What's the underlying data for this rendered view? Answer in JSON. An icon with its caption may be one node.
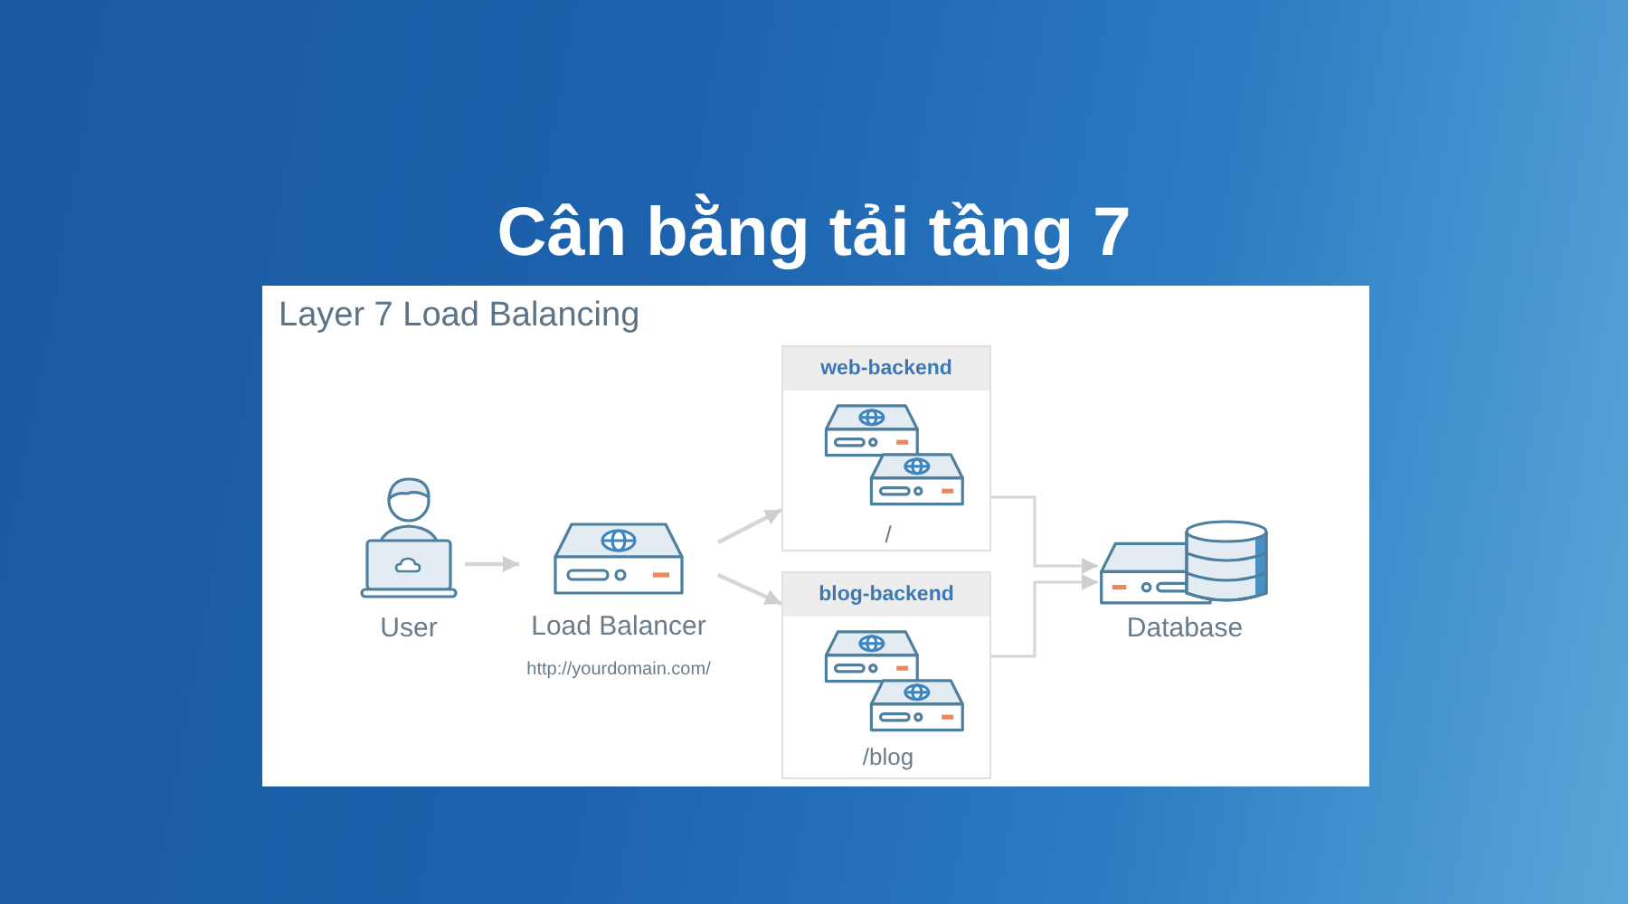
{
  "diagram": {
    "title": "Cân bằng tải tầng 7",
    "nodes": [
      {
        "text": [
          "User"
        ]
      },
      {
        "text": [
          "Load Balancer"
        ],
        "beside": [
          "http://yourdomain.com/"
        ]
      },
      {
        "text": [
          "web-backend",
          "/"
        ]
      },
      {
        "text": [
          "blog-backend",
          "/blog"
        ]
      },
      {
        "text": [
          "Database"
        ]
      }
    ],
    "edges": [
      {
        "from": 0,
        "to": 1,
        "arrow": "to"
      },
      {
        "from": 1,
        "to": 2,
        "arrow": "to"
      },
      {
        "from": 1,
        "to": 3,
        "arrow": "to"
      },
      {
        "from": 2,
        "to": 4,
        "arrow": "to"
      },
      {
        "from": 3,
        "to": 4,
        "arrow": "to"
      }
    ],
    "labels": [
      "Layer 7 Load Balancing"
    ]
  }
}
